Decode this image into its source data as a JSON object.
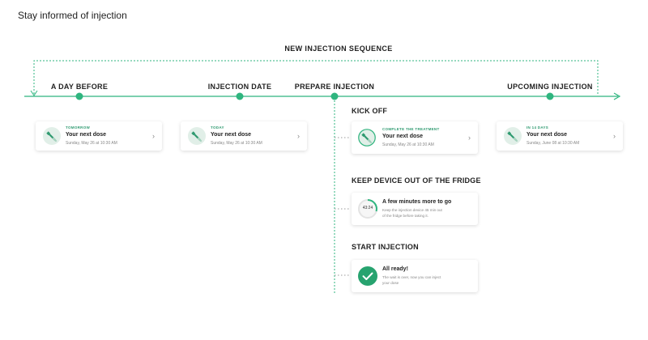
{
  "page_title": "Stay informed of injection",
  "sequence_title": "NEW INJECTION SEQUENCE",
  "stages": [
    {
      "label": "A DAY BEFORE"
    },
    {
      "label": "INJECTION DATE"
    },
    {
      "label": "PREPARE INJECTION"
    },
    {
      "label": "UPCOMING INJECTION"
    }
  ],
  "cards": {
    "day_before": {
      "eyebrow": "TOMORROW",
      "title": "Your next dose",
      "meta": "Sunday, May 26 at 10:30 AM"
    },
    "injection_date": {
      "eyebrow": "TODAY",
      "title": "Your next dose",
      "meta": "Sunday, May 26 at 10:30 AM"
    },
    "kickoff": {
      "eyebrow": "COMPLETE THE TREATMENT",
      "title": "Your next dose",
      "meta": "Sunday, May 26 at 10:30 AM"
    },
    "upcoming": {
      "eyebrow": "IN 14 DAYS",
      "title": "Your next dose",
      "meta": "Sunday, June 08 at 10:30 AM"
    }
  },
  "substeps": {
    "kickoff": {
      "label": "KICK OFF"
    },
    "fridge": {
      "label": "KEEP DEVICE OUT OF THE FRIDGE",
      "timer": "43:24",
      "title": "A few minutes more to go",
      "desc_line1": "Keep the injection device 45 min out",
      "desc_line2": "of the fridge before taking it."
    },
    "start": {
      "label": "START INJECTION",
      "title": "All ready!",
      "desc_line1": "The wait is over, now you can inject",
      "desc_line2": "your dose"
    }
  },
  "colors": {
    "accent": "#2fb57f",
    "accent_dark": "#2f9a70",
    "icon_bg": "#e1efe8",
    "check": "#27a36f"
  },
  "icons": {
    "dose": "injection-pen-icon",
    "chevron": "chevron-right-icon",
    "check": "check-icon",
    "timer": "timer-ring-icon"
  }
}
